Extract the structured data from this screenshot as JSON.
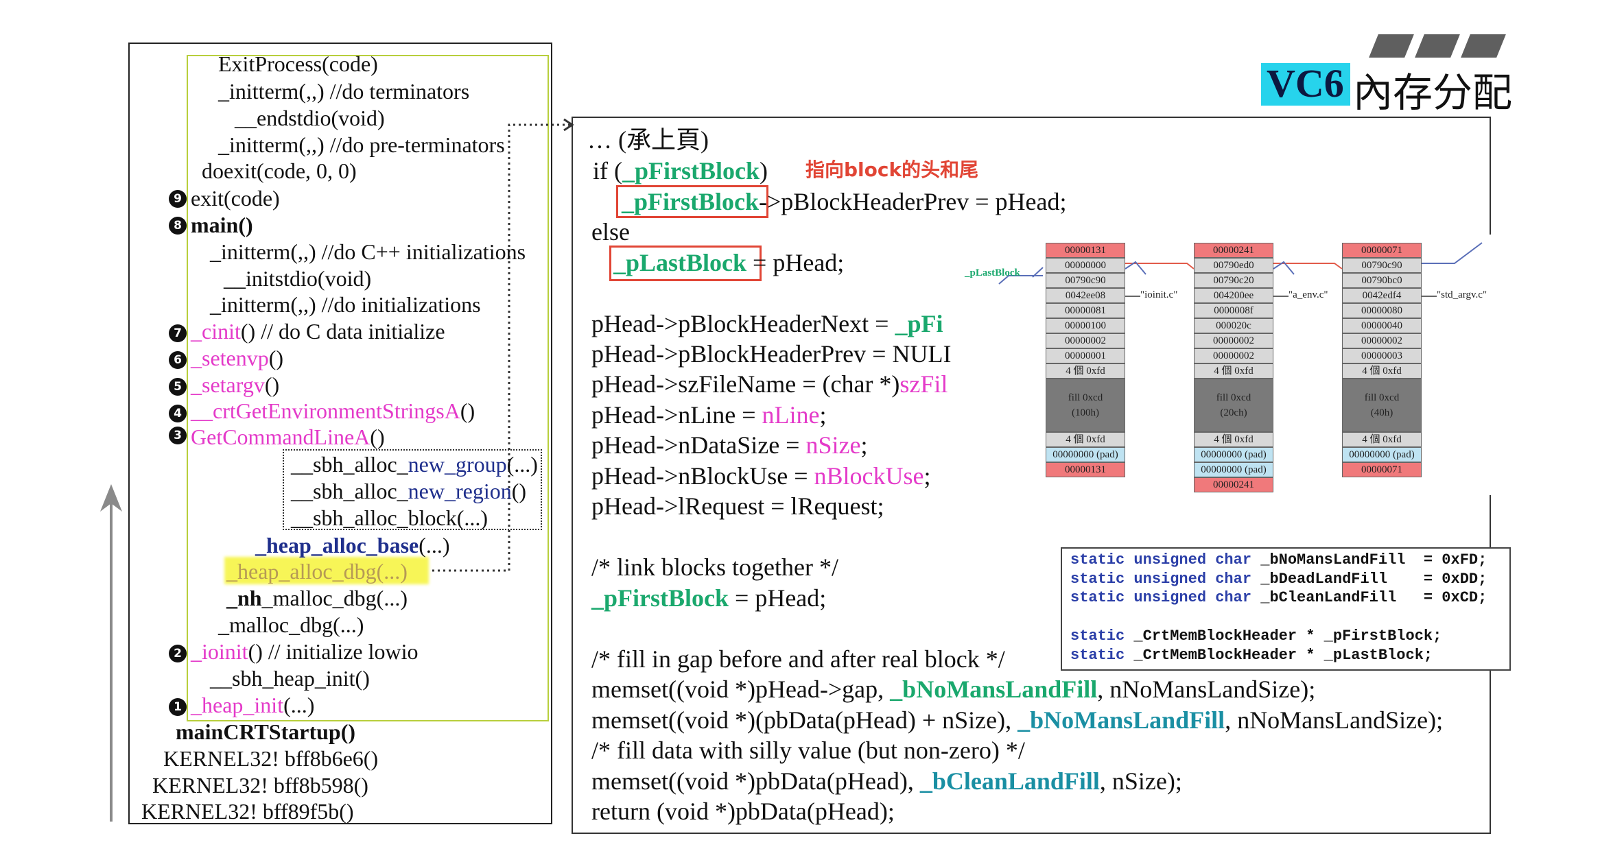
{
  "title": {
    "vc": "VC6",
    "cn": "內存分配"
  },
  "call_stack": [
    "ExitProcess(code)",
    "_initterm(,,)   //do terminators",
    "__endstdio(void)",
    "_initterm(,,)   //do pre-terminators",
    "doexit(code, 0, 0)",
    "exit(code)",
    "main()",
    "_initterm(,,)   //do C++ initializations",
    "__initstdio(void)",
    "_initterm(,,)   //do initializations",
    "_cinit",
    "()   // do C data initialize",
    "_setenvp",
    "()",
    "_setargv",
    "()",
    "__crtGetEnvironmentStringsA",
    "()",
    "GetCommandLineA",
    "()",
    "__sbh_alloc_",
    "new_group",
    "(...)",
    "__sbh_alloc_",
    "new_region",
    "()",
    "__sbh_alloc_block(...)",
    "_heap_alloc_base",
    "(...)",
    "_heap_alloc_dbg(...)",
    "_nh",
    "_malloc_dbg(...)",
    "_malloc_dbg(...)",
    "_ioinit",
    "()  // initialize lowio",
    "__sbh_heap_init()",
    "_heap_init",
    "(...)",
    "mainCRTStartup()",
    "KERNEL32! bff8b6e6()",
    "KERNEL32! bff8b598()",
    "KERNEL32! bff89f5b()"
  ],
  "step_numbers": [
    "9",
    "8",
    "7",
    "6",
    "5",
    "4",
    "3",
    "2",
    "1"
  ],
  "code": {
    "l1": "… (承上頁)",
    "l2a": "if (",
    "l2b": "_pFirstBlock",
    "l2c": ")",
    "annotation": "指向block的头和尾",
    "l3a": "_pFirstBlock",
    "l3b": "->pBlockHeaderPrev = pHead;",
    "l4": "else",
    "l5a": "_pLastBlock",
    "l5b": " = pHead;",
    "l6a": "pHead->pBlockHeaderNext = ",
    "l6b": "_pFi",
    "l7": "pHead->pBlockHeaderPrev = NULI",
    "l8a": "pHead->szFileName = (char *)",
    "l8b": "szFil",
    "l9a": "pHead->nLine = ",
    "l9b": "nLine",
    "l9c": ";",
    "l10a": "pHead->nDataSize = ",
    "l10b": "nSize",
    "l10c": ";",
    "l11a": "pHead->nBlockUse = ",
    "l11b": "nBlockUse",
    "l11c": ";",
    "l12": "pHead->lRequest = lRequest;",
    "l13": "/* link blocks together */",
    "l14a": "_pFirstBlock",
    "l14b": " = pHead;",
    "l15": "/* fill in gap before and after real block */",
    "l16a": "memset((void *)pHead->gap, ",
    "l16b": "_bNoMansLandFill",
    "l16c": ", nNoMansLandSize);",
    "l17a": "memset((void *)(pbData(pHead) + nSize), ",
    "l17b": "_bNoMansLandFill",
    "l17c": ", nNoMansLandSize);",
    "l18": "/* fill data with silly value (but non-zero) */",
    "l19a": "memset((void *)pbData(pHead), ",
    "l19b": "_bCleanLandFill",
    "l19c": ", nSize);",
    "l20": "return (void *)pbData(pHead);"
  },
  "memory": {
    "last_block_label": "_pLastBlock",
    "blocks": [
      {
        "cells": [
          "00000131",
          "00000000",
          "00790c90",
          "0042ee08",
          "00000081",
          "00000100",
          "00000002",
          "00000001",
          "4 個 0xfd"
        ],
        "fill": [
          "fill 0xcd",
          "(100h)"
        ],
        "tail": [
          "4 個 0xfd",
          "00000000 (pad)"
        ],
        "end": "00000131",
        "file": "\"ioinit.c\""
      },
      {
        "cells": [
          "00000241",
          "00790ed0",
          "00790c20",
          "004200ee",
          "0000008f",
          "000020c",
          "00000002",
          "00000002",
          "4 個 0xfd"
        ],
        "fill": [
          "fill 0xcd",
          "(20ch)"
        ],
        "tail": [
          "4 個 0xfd",
          "00000000 (pad)",
          "00000000 (pad)"
        ],
        "end": "00000241",
        "file": "\"a_env.c\""
      },
      {
        "cells": [
          "00000071",
          "00790c90",
          "00790bc0",
          "0042edf4",
          "00000080",
          "00000040",
          "00000002",
          "00000003",
          "4 個 0xfd"
        ],
        "fill": [
          "fill 0xcd",
          "(40h)"
        ],
        "tail": [
          "4 個 0xfd",
          "00000000 (pad)"
        ],
        "end": "00000071",
        "file": "\"std_argv.c\""
      }
    ]
  },
  "static_decls": [
    {
      "kw": "static unsigned char",
      "rest": " _bNoMansLandFill  = 0xFD;"
    },
    {
      "kw": "static unsigned char",
      "rest": " _bDeadLandFill    = 0xDD;"
    },
    {
      "kw": "static unsigned char",
      "rest": " _bCleanLandFill   = 0xCD;"
    },
    {
      "kw": "static",
      "rest": " _CrtMemBlockHeader * _pFirstBlock;"
    },
    {
      "kw": "static",
      "rest": " _CrtMemBlockHeader * _pLastBlock;"
    }
  ],
  "colors": {
    "title_bg": "#27d3ec",
    "pink": "#e43ac9",
    "green": "#1aa86d",
    "teal": "#1a8fa3",
    "red": "#e14535",
    "highlight": "#f6f43a",
    "frame_green": "#b8cf3c"
  }
}
